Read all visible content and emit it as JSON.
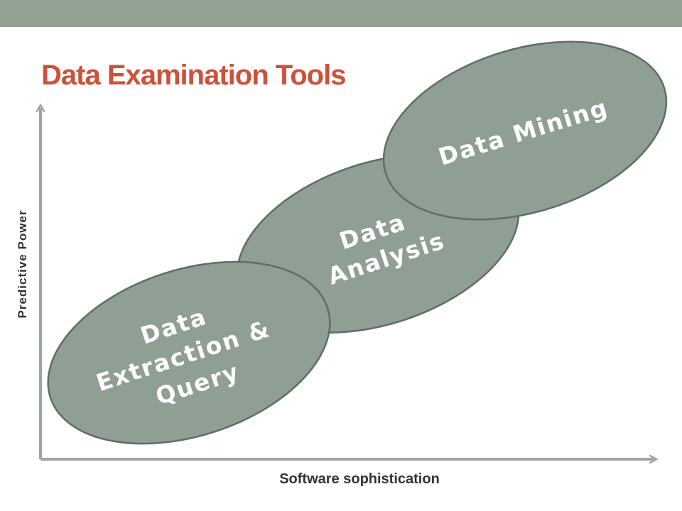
{
  "title": "Data Examination Tools",
  "axes": {
    "y_label": "Predictive Power",
    "x_label": "Software sophistication"
  },
  "stages": [
    {
      "lines": [
        "Data",
        "Extraction &",
        "Query"
      ]
    },
    {
      "lines": [
        "Data",
        "Analysis"
      ]
    },
    {
      "lines": [
        "Data Mining"
      ]
    }
  ],
  "colors": {
    "title": "#cc5239",
    "header_bar": "#93a295",
    "ellipse_fill": "#8f9f93",
    "ellipse_stroke": "#5f6e63",
    "axis": "#9aa89c"
  }
}
